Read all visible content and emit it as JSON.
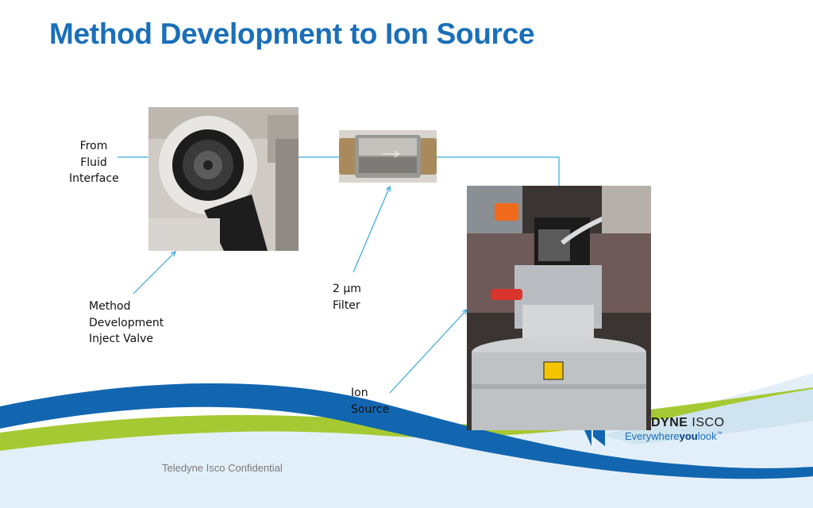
{
  "slide": {
    "title": "Method Development to Ion Source",
    "footer": "Teledyne Isco Confidential"
  },
  "labels": {
    "fluid_interface": [
      "From",
      "Fluid",
      "Interface"
    ],
    "inject_valve": [
      "Method",
      "Development",
      "Inject Valve"
    ],
    "filter": [
      "2 µm",
      "Filter"
    ],
    "ion_source": [
      "Ion",
      "Source"
    ]
  },
  "logo": {
    "brand_bold": "DYNE",
    "brand_light": "ISCO",
    "tagline_pre": "Everywhere",
    "tagline_bold": "you",
    "tagline_post": "look",
    "tagline_tm": "™"
  },
  "colors": {
    "title": "#1a6fb9",
    "connector_line": "#3aa6dc",
    "swoosh_blue": "#1266b0",
    "swoosh_green": "#9dc629",
    "swoosh_light": "#d7e9f5"
  }
}
